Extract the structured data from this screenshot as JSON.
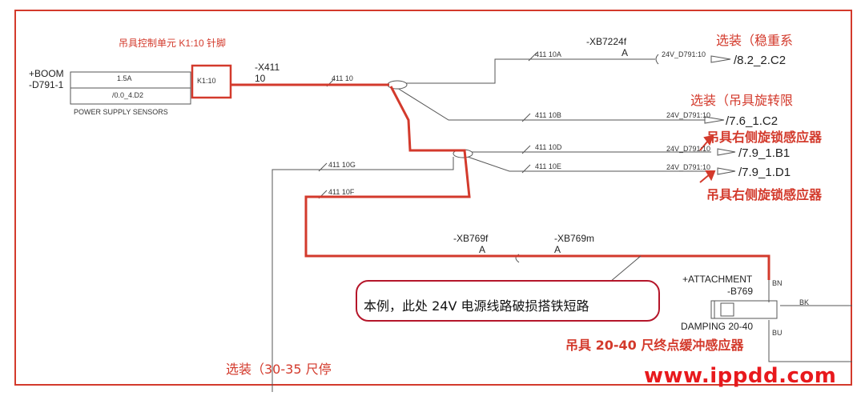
{
  "labels": {
    "controller_title": "吊具控制单元 K1:10 针脚",
    "boom_1": "+BOOM",
    "boom_2": "-D791-1",
    "fuse": "1.5A",
    "ref_box": "/0.0_4.D2",
    "power_supply": "POWER SUPPLY SENSORS",
    "pin": "K1:10",
    "connector_1": "-X411",
    "connector_2": "10",
    "wire_main": "411 10",
    "wire_a": "411 10A",
    "wire_b": "411 10B",
    "wire_d": "411 10D",
    "wire_e": "411 10E",
    "wire_g": "411 10G",
    "wire_f": "411 10F",
    "xb7224": "-XB7224f",
    "xb7224_a": "A",
    "sig_1": "24V_D791:10",
    "sig_2": "24V_D791:10",
    "sig_3": "24V_D791:10",
    "sig_4": "24V_D791:10",
    "ref_1": "/8.2_2.C2",
    "ref_2": "/7.6_1.C2",
    "ref_3": "/7.9_1.B1",
    "ref_4": "/7.9_1.D1",
    "opt_1": "选装（稳重系",
    "opt_2": "选装（吊具旋转限",
    "lock_1": "吊具右侧旋锁感应器",
    "lock_2": "吊具右侧旋锁感应器",
    "xb769f": "-XB769f",
    "xb769f_a": "A",
    "xb769m": "-XB769m",
    "xb769m_a": "A",
    "attach_1": "+ATTACHMENT",
    "attach_2": "-B769",
    "bn": "BN",
    "bk": "BK",
    "bu": "BU",
    "damping": "DAMPING 20-40",
    "callout": "本例，此处 24V 电源线路破损搭铁短路",
    "buffer_sensor": "吊具 20-40 尺终点缓冲感应器",
    "opt_3": "选装（30-35 尺停",
    "watermark": "www.ippdd.com"
  },
  "colors": {
    "highlight": "#d33a2c",
    "wire": "#555555",
    "callout_border": "#b5162a",
    "watermark": "#e8191d"
  }
}
